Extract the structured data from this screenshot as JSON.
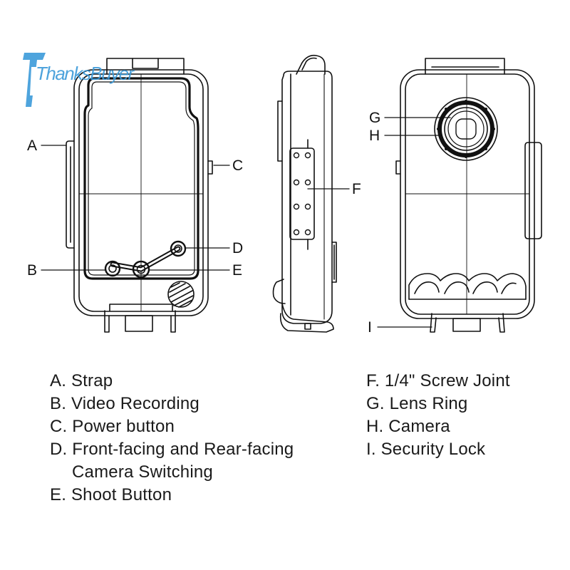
{
  "brand": {
    "logo_text": "ThanksBuyer",
    "logo_color": "#3b9ad9"
  },
  "callouts": {
    "A": "A",
    "B": "B",
    "C": "C",
    "D": "D",
    "E": "E",
    "F": "F",
    "G": "G",
    "H": "H",
    "I": "I"
  },
  "legend": {
    "left": [
      {
        "text": "A. Strap"
      },
      {
        "text": "B. Video Recording"
      },
      {
        "text": "C. Power button"
      },
      {
        "text": "D. Front-facing and Rear-facing"
      },
      {
        "text": "Camera Switching"
      },
      {
        "text": "E. Shoot Button"
      }
    ],
    "right": [
      {
        "text": "F. 1/4\" Screw Joint"
      },
      {
        "text": "G. Lens Ring"
      },
      {
        "text": "H. Camera"
      },
      {
        "text": "I. Security Lock"
      }
    ]
  },
  "colors": {
    "line": "#111111",
    "background": "#ffffff"
  }
}
